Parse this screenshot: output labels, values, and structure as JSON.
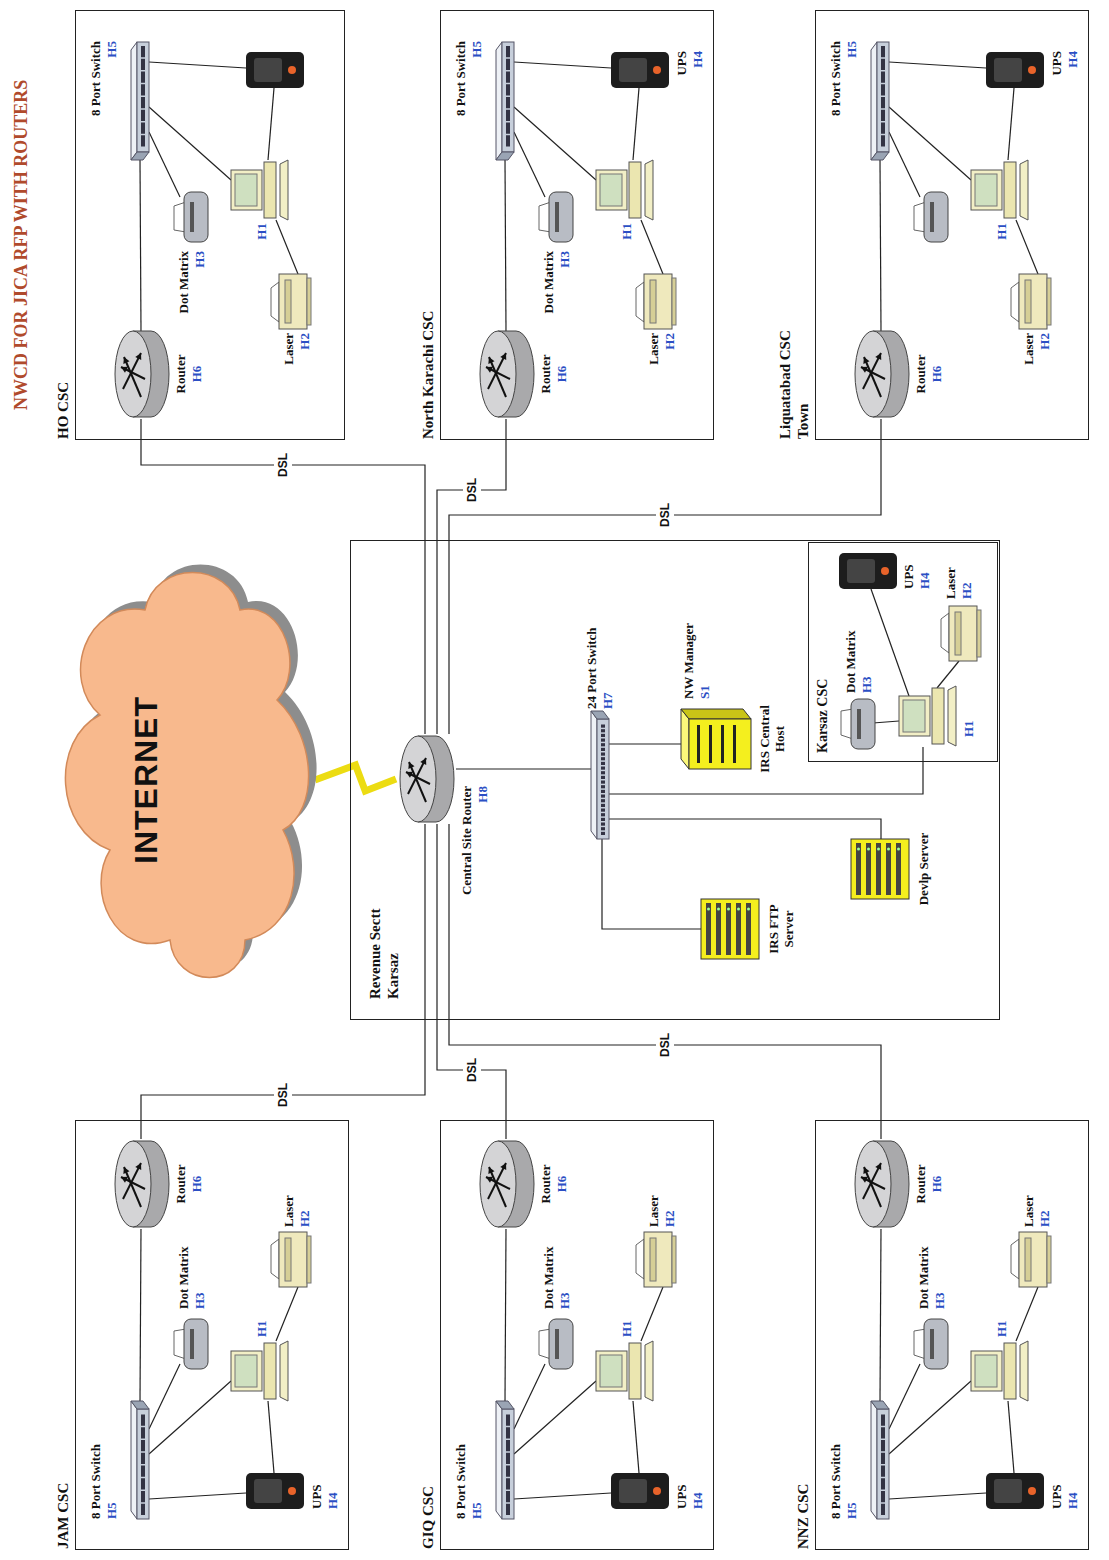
{
  "diagram": {
    "title": "NWCD FOR JICA RFP WITH ROUTERS",
    "nodes": [
      {
        "text": [
          "JAM CSC"
        ]
      },
      {
        "text": [
          "Router",
          "H6"
        ],
        "in": 0
      },
      {
        "text": [
          "GIQ CSC"
        ]
      },
      {
        "text": [
          "Router",
          "H6"
        ],
        "in": 2
      },
      {
        "text": [
          "NNZ CSC"
        ]
      },
      {
        "text": [
          "Router",
          "H6"
        ],
        "in": 4
      },
      {
        "text": [
          "INTERNET"
        ]
      },
      {
        "text": [
          "Revenue Sectt Karsaz"
        ]
      },
      {
        "text": [
          "Central Site Router",
          "H8"
        ],
        "in": 7
      },
      {
        "text": [
          "Karsaz CSC"
        ],
        "in": 7
      },
      {
        "text": [
          "HO CSC"
        ]
      },
      {
        "text": [
          "Router",
          "H6"
        ],
        "in": 10
      },
      {
        "text": [
          "North Karachi CSC"
        ]
      },
      {
        "text": [
          "Router",
          "H6"
        ],
        "in": 12
      },
      {
        "text": [
          "Liquatabad CSC Town"
        ]
      },
      {
        "text": [
          "Router",
          "H6"
        ],
        "in": 14
      }
    ],
    "edges": [
      {
        "from": 1,
        "to": 8,
        "label": "DSL",
        "arrow": "none"
      },
      {
        "from": 3,
        "to": 8,
        "label": "DSL",
        "arrow": "none"
      },
      {
        "from": 5,
        "to": 8,
        "label": "DSL",
        "arrow": "none"
      },
      {
        "from": 11,
        "to": 8,
        "label": "DSL",
        "arrow": "none"
      },
      {
        "from": 13,
        "to": 8,
        "label": "DSL",
        "arrow": "none"
      },
      {
        "from": 15,
        "to": 8,
        "label": "DSL",
        "arrow": "none"
      },
      {
        "from": 8,
        "to": 6,
        "arrow": "none"
      }
    ],
    "labels": [
      "8 Port Switch",
      "H5",
      "Dot Matrix",
      "H3",
      "H1",
      "Laser",
      "H2",
      "UPS",
      "H4",
      "8 Port Switch",
      "H5",
      "Dot Matrix",
      "H3",
      "H1",
      "Laser",
      "H2",
      "UPS",
      "H4",
      "8 Port Switch",
      "H5",
      "Dot Matrix",
      "H3",
      "H1",
      "Laser",
      "H2",
      "UPS",
      "H4",
      "24 Port Switch",
      "H7",
      "NW Manager",
      "S1",
      "IRS Central Host",
      "IRS FTP Server",
      "Devlp Server",
      "Dot Matrix",
      "H3",
      "H1",
      "Laser",
      "H2",
      "UPS",
      "H4",
      "8 Port Switch",
      "H5",
      "Dot Matrix",
      "H3",
      "H1",
      "Laser",
      "H2",
      "8 Port Switch",
      "H5",
      "Dot Matrix",
      "H3",
      "H1",
      "Laser",
      "H2",
      "UPS",
      "H4",
      "8 Port Switch",
      "H5",
      "H1",
      "Laser",
      "H2",
      "UPS",
      "H4"
    ]
  }
}
